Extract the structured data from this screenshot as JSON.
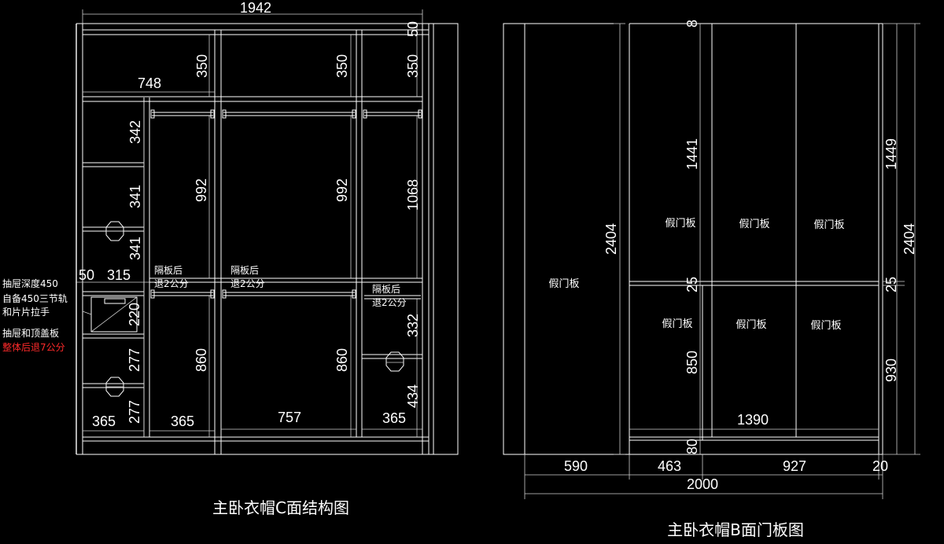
{
  "colors": {
    "background": "#000000",
    "lines": "#ffffff",
    "note_red": "#ff2a2a"
  },
  "left_view": {
    "caption": "主卧衣帽C面结构图",
    "dims": {
      "total_width": "1942",
      "top_gap": "50",
      "top_h1": "350",
      "top_h2": "350",
      "top_h3": "350",
      "w_left_section": "748",
      "s1": "342",
      "s2": "341",
      "s3": "341",
      "mid_992a": "992",
      "mid_992b": "992",
      "right_1068": "1068",
      "left_50": "50",
      "left_315": "315",
      "drawer_220": "220",
      "s_277a": "277",
      "s_277b": "277",
      "low_860a": "860",
      "low_860b": "860",
      "right_332": "332",
      "right_434": "434",
      "b_365a": "365",
      "b_365b": "365",
      "b_757": "757",
      "b_365c": "365"
    },
    "notes": {
      "drawer_note_1": "抽屉深度450",
      "drawer_note_2": "自备450三节轨",
      "drawer_note_3": "和片片拉手",
      "drawer_note_4": "抽屉和顶盖板",
      "drawer_note_red": "整体后退7公分",
      "shelf_note_a1": "隔板后",
      "shelf_note_a2": "退2公分",
      "shelf_note_b1": "隔板后",
      "shelf_note_b2": "退2公分",
      "shelf_note_c1": "隔板后",
      "shelf_note_c2": "退2公分"
    }
  },
  "right_view": {
    "caption": "主卧衣帽B面门板图",
    "panel_label": "假门板",
    "dims": {
      "top_8": "8",
      "h_1441": "1441",
      "h_2404a": "2404",
      "h_1449": "1449",
      "h_2404b": "2404",
      "mid_25a": "25",
      "mid_25b": "25",
      "h_850": "850",
      "h_930": "930",
      "w_1390": "1390",
      "b_80": "80",
      "w_590": "590",
      "w_463": "463",
      "w_927": "927",
      "w_20": "20",
      "w_2000": "2000"
    }
  }
}
